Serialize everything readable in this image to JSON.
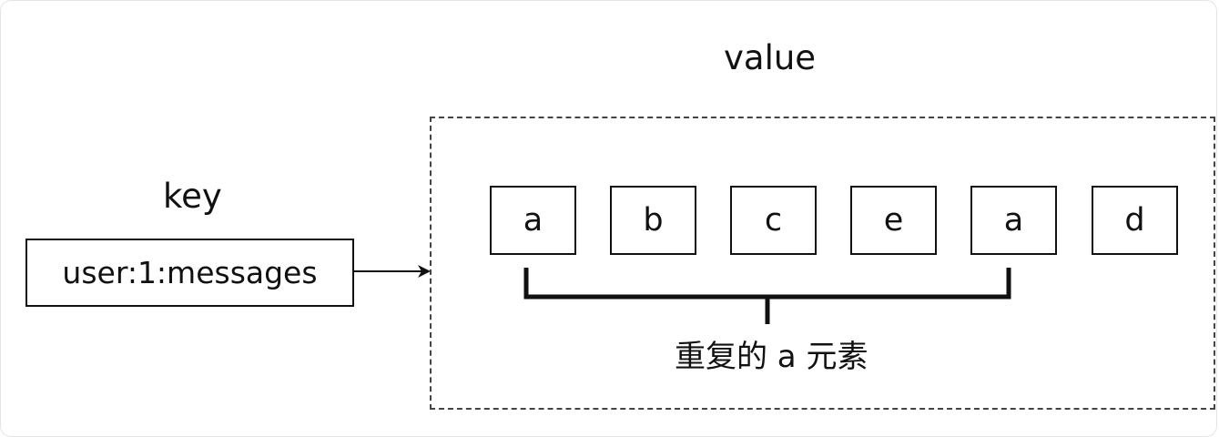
{
  "diagram": {
    "key_label": "key",
    "key_name": "user:1:messages",
    "value_label": "value",
    "elements": [
      "a",
      "b",
      "c",
      "e",
      "a",
      "d"
    ],
    "duplicate_label": "重复的 a 元素"
  }
}
